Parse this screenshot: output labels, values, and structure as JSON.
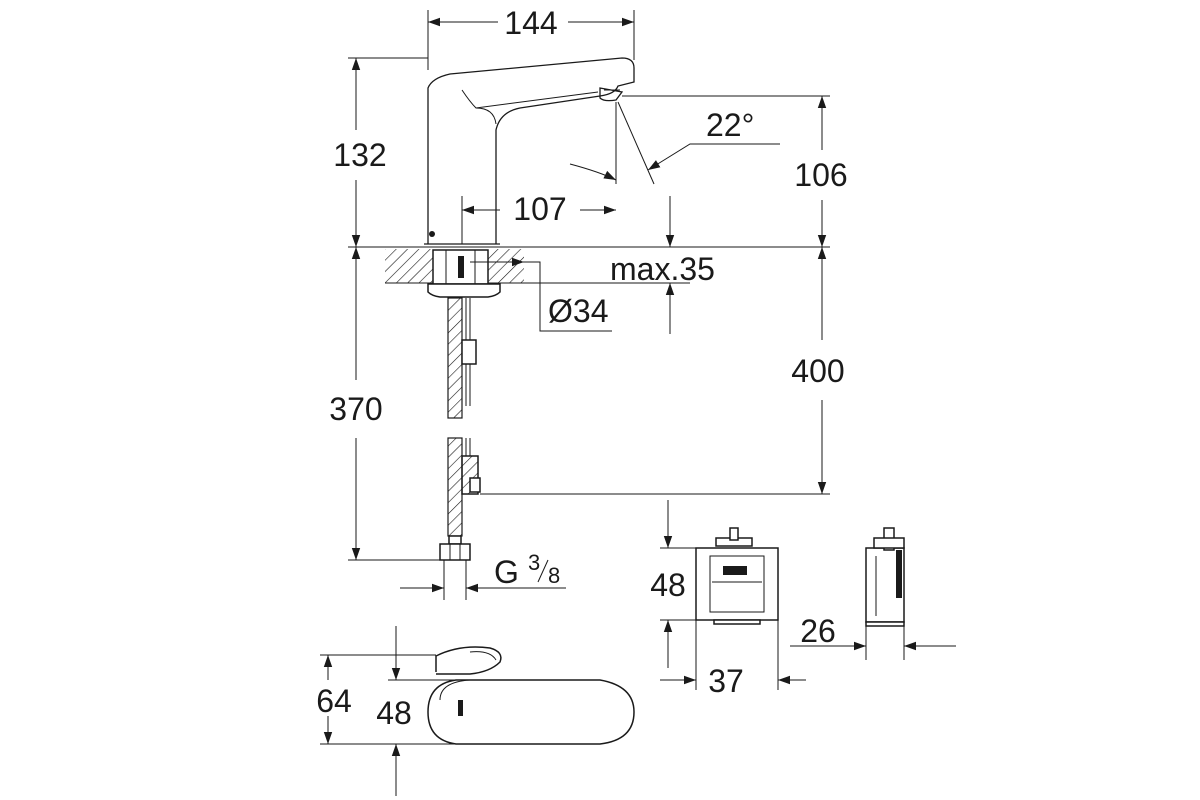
{
  "dimensions": {
    "width_top": "144",
    "height_spout": "132",
    "height_outlet": "106",
    "spout_angle": "22°",
    "spout_reach": "107",
    "max_thickness": "max.35",
    "hole_diameter": "Ø34",
    "hose_length_right": "400",
    "hose_length_left": "370",
    "thread_prefix": "G",
    "thread_num": "3",
    "thread_den": "8",
    "box_height": "48",
    "box_width": "37",
    "box_depth": "26",
    "handle_outer": "64",
    "handle_inner": "48"
  }
}
